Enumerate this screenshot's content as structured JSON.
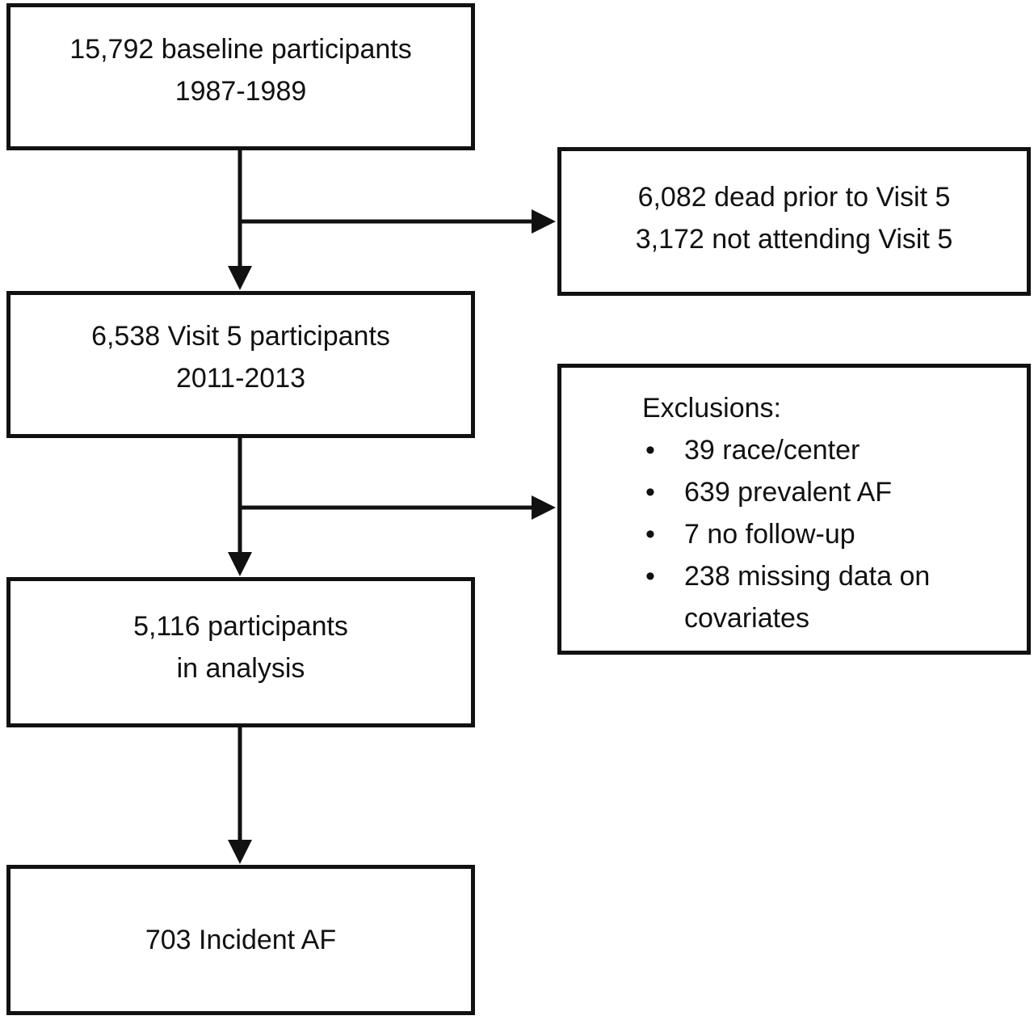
{
  "flowchart": {
    "baseline": {
      "line1": "15,792 baseline participants",
      "line2": "1987-1989"
    },
    "excluded_visit5": {
      "line1": "6,082 dead prior to Visit 5",
      "line2": "3,172 not attending Visit 5"
    },
    "visit5": {
      "line1": "6,538 Visit 5 participants",
      "line2": "2011-2013"
    },
    "exclusions": {
      "heading": "Exclusions:",
      "items": [
        "39 race/center",
        "639 prevalent AF",
        "7 no follow-up",
        "238 missing data on covariates"
      ]
    },
    "analysis": {
      "line1": "5,116 participants",
      "line2": "in analysis"
    },
    "incident": {
      "line1": "703 Incident AF"
    }
  },
  "colors": {
    "stroke": "#111111",
    "background": "#ffffff"
  }
}
